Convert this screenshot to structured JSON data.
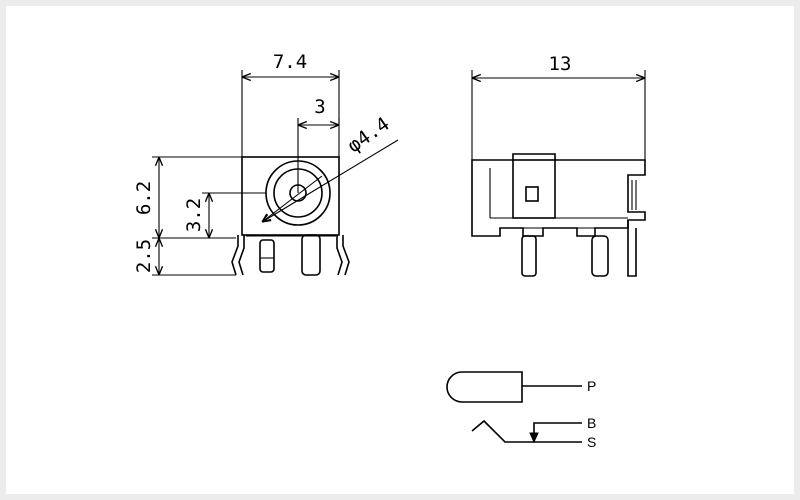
{
  "dimensions": {
    "width": "7.4",
    "pin_offset": "3",
    "diameter": "φ4.4",
    "height": "6.2",
    "center_height": "3.2",
    "pin_length": "2.5",
    "depth": "13"
  },
  "schematic": {
    "pin_p": "P",
    "pin_b": "B",
    "pin_s": "S"
  }
}
